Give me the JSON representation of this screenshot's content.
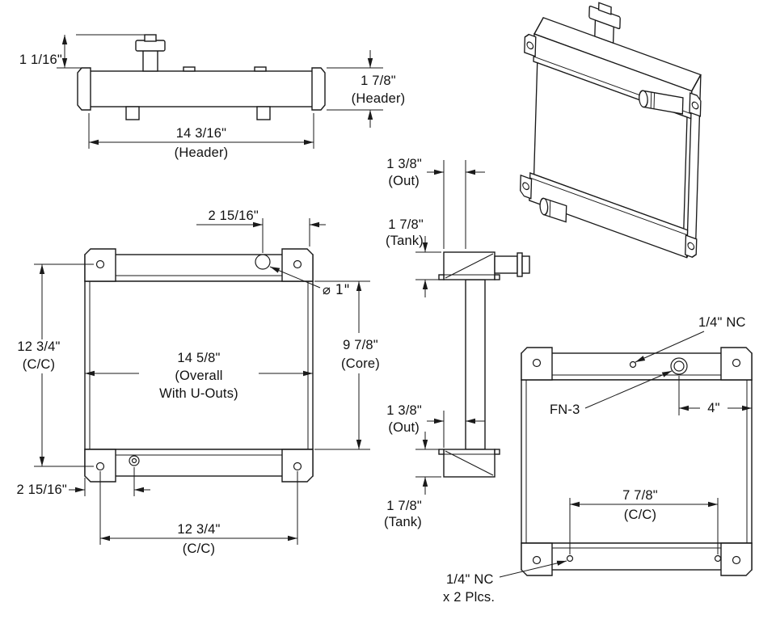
{
  "meta": {
    "background": "#ffffff",
    "line_color": "#1a1a1a",
    "drawing_type": "radiator dimensional drawing"
  },
  "views": {
    "header_side": {
      "dims": {
        "neck_height": "1 1/16\"",
        "depth_1": "1 7/8\"",
        "depth_2": "(Header)",
        "width_1": "14 3/16\"",
        "width_2": "(Header)"
      }
    },
    "front": {
      "dims": {
        "neck_offset": "2 15/16\"",
        "neck_dia": "⌀ 1\"",
        "cc_left_1": "12 3/4\"",
        "cc_left_2": "(C/C)",
        "overall_1": "14 5/8\"",
        "overall_2": "(Overall",
        "overall_3": "With U-Outs)",
        "core_1": "9 7/8\"",
        "core_2": "(Core)",
        "drain_offset": "2 15/16\"",
        "cc_bottom_1": "12 3/4\"",
        "cc_bottom_2": "(C/C)"
      }
    },
    "side": {
      "dims": {
        "out_top_1": "1 3/8\"",
        "out_top_2": "(Out)",
        "tank_top_1": "1 7/8\"",
        "tank_top_2": "(Tank)",
        "out_bottom_1": "1 3/8\"",
        "out_bottom_2": "(Out)",
        "tank_bottom_1": "1 7/8\"",
        "tank_bottom_2": "(Tank)"
      }
    },
    "rear": {
      "dims": {
        "nc_top": "1/4\" NC",
        "fn_label": "FN-3",
        "neck_to_edge": "4\"",
        "cc_1": "7 7/8\"",
        "cc_2": "(C/C)",
        "nc_bottom_1": "1/4\" NC",
        "nc_bottom_2": "x 2 Plcs."
      }
    }
  }
}
